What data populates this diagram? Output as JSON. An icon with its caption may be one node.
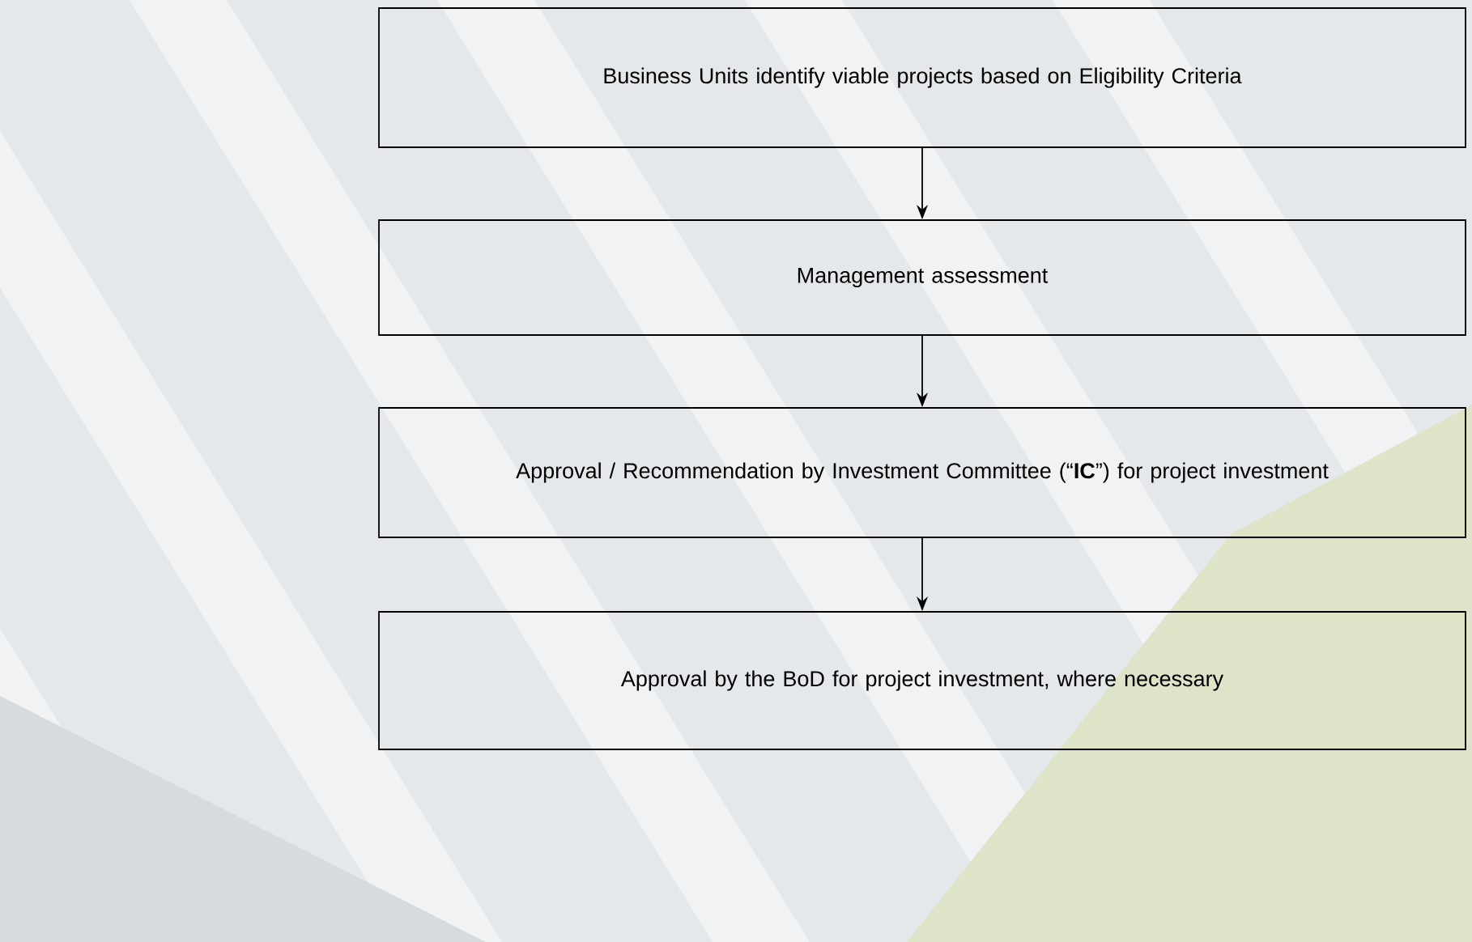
{
  "diagram": {
    "nodes": [
      {
        "text": [
          "Business Units identify viable projects based on Eligibility Criteria"
        ]
      },
      {
        "text": [
          "Management assessment"
        ]
      },
      {
        "text": [
          "Approval / Recommendation by Investment Committee (“**IC**”) for project investment"
        ]
      },
      {
        "text": [
          "Approval by the BoD for project investment, where necessary"
        ]
      }
    ],
    "edges": [
      {
        "from": 0,
        "to": 1,
        "arrow": "to"
      },
      {
        "from": 1,
        "to": 2,
        "arrow": "to"
      },
      {
        "from": 2,
        "to": 3,
        "arrow": "to"
      }
    ]
  }
}
